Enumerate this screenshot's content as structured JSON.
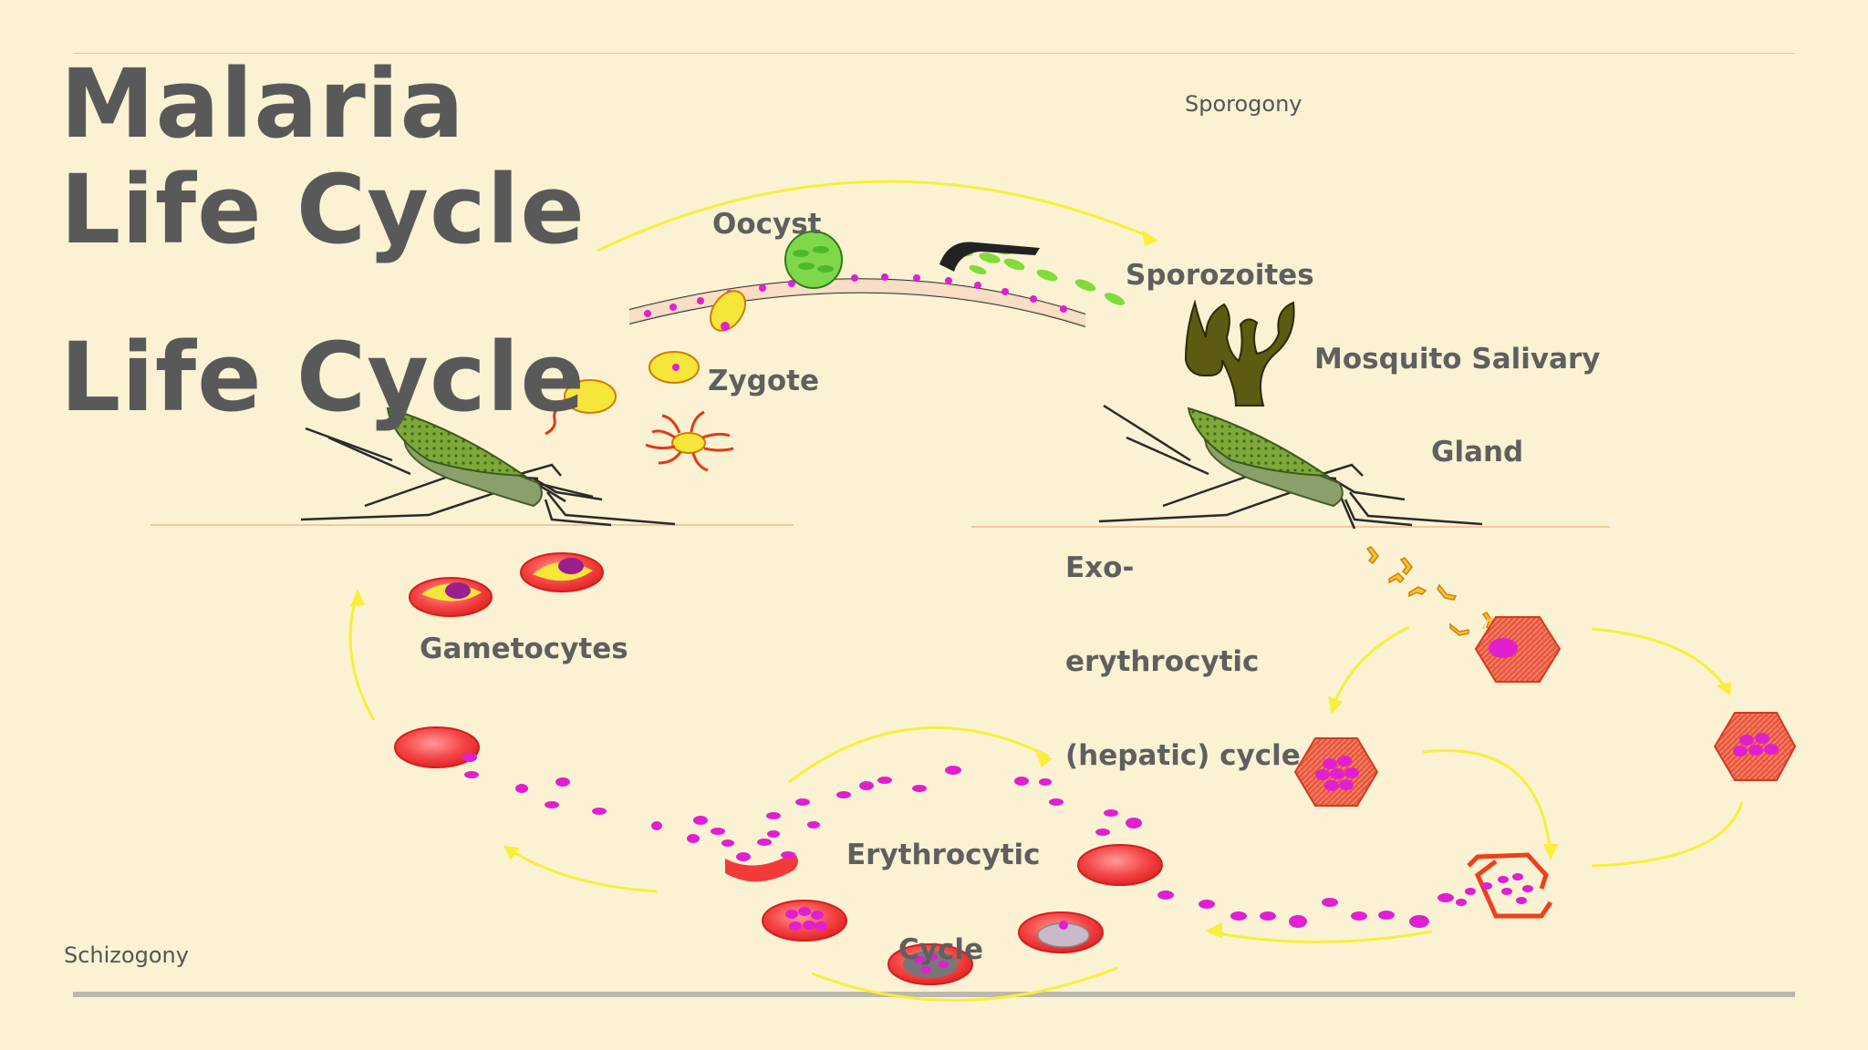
{
  "slide": {
    "title": "Malaria Life Cycle",
    "subtitle": "Life Cycle",
    "stage_top": "Sporogony",
    "stage_bottom": "Schizogony"
  },
  "labels": {
    "oocyst": "Oocyst",
    "sporozoites": "Sporozoites",
    "zygote": "Zygote",
    "mosquito_salivary": "Mosquito Salivary",
    "gland": "Gland",
    "exo": "Exo-",
    "erythrocytic_line": "erythrocytic",
    "hepatic": "(hepatic) cycle",
    "gametocytes": "Gametocytes",
    "erythrocytic": "Erythrocytic",
    "cycle": "Cycle"
  },
  "colors": {
    "background": "#fbf2d3",
    "arrow": "#f6f03a",
    "rbc": "#f23a3a",
    "merozoite": "#e11fd0",
    "sporozoite": "#7fdc3a",
    "hepatocyte": "#e8503a",
    "gametocyte": "#f5e63a",
    "gland": "#5d5a12",
    "text": "#5f5f5f"
  }
}
